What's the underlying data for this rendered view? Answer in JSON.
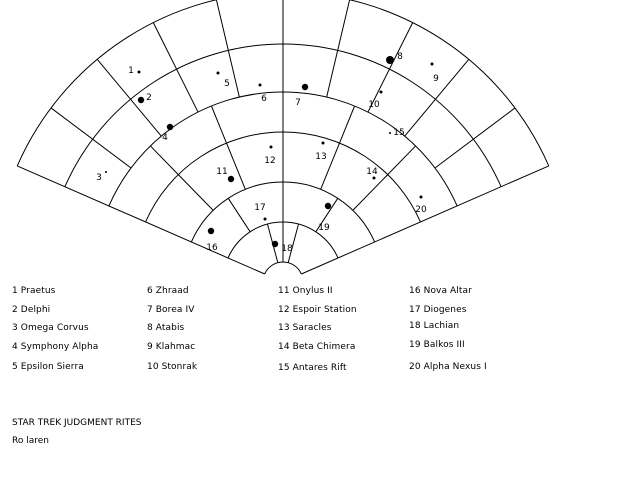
{
  "map": {
    "systems": [
      {
        "number": "1",
        "name": "Praetus",
        "label": "1",
        "dot": "small"
      },
      {
        "number": "2",
        "name": "Delphi",
        "label": "2",
        "dot": "large"
      },
      {
        "number": "3",
        "name": "Omega Corvus",
        "label": "3",
        "dot": "tiny"
      },
      {
        "number": "4",
        "name": "Symphony Alpha",
        "label": "4",
        "dot": "large"
      },
      {
        "number": "5",
        "name": "Epsilon Sierra",
        "label": "5",
        "dot": "small"
      },
      {
        "number": "6",
        "name": "Zhraad",
        "label": "6",
        "dot": "small"
      },
      {
        "number": "7",
        "name": "Borea IV",
        "label": "7",
        "dot": "large"
      },
      {
        "number": "8",
        "name": "Atabis",
        "label": "8",
        "dot": "xlarge"
      },
      {
        "number": "9",
        "name": "Klahmac",
        "label": "9",
        "dot": "small"
      },
      {
        "number": "10",
        "name": "Stonrak",
        "label": "10",
        "dot": "small"
      },
      {
        "number": "11",
        "name": "Onylus II",
        "label": "11",
        "dot": "large"
      },
      {
        "number": "12",
        "name": "Espoir Station",
        "label": "12",
        "dot": "small"
      },
      {
        "number": "13",
        "name": "Saracles",
        "label": "13",
        "dot": "small"
      },
      {
        "number": "14",
        "name": "Beta Chimera",
        "label": "14",
        "dot": "small"
      },
      {
        "number": "15",
        "name": "Antares Rift",
        "label": "15",
        "dot": "tiny"
      },
      {
        "number": "16",
        "name": "Nova Altar",
        "label": "16",
        "dot": "large"
      },
      {
        "number": "17",
        "name": "Diogenes",
        "label": "17",
        "dot": "small"
      },
      {
        "number": "18",
        "name": "Lachian",
        "label": "18",
        "dot": "large"
      },
      {
        "number": "19",
        "name": "Balkos III",
        "label": "19",
        "dot": "large"
      },
      {
        "number": "20",
        "name": "Alpha Nexus I",
        "label": "20",
        "dot": "small"
      }
    ]
  },
  "legend": [
    "1 Praetus",
    "2 Delphi",
    "3 Omega Corvus",
    "4 Symphony Alpha",
    "5 Epsilon Sierra",
    "6 Zhraad",
    "7 Borea IV",
    "8 Atabis",
    "9 Klahmac",
    "10 Stonrak",
    "11 Onylus II",
    "12 Espoir Station",
    "13 Saracles",
    "14 Beta Chimera",
    "15 Antares Rift",
    "16 Nova Altar",
    "17 Diogenes",
    "18 Lachian",
    "19 Balkos III",
    "20 Alpha Nexus I"
  ],
  "caption": {
    "title": "STAR TREK JUDGMENT RITES",
    "author": "Ro laren"
  }
}
